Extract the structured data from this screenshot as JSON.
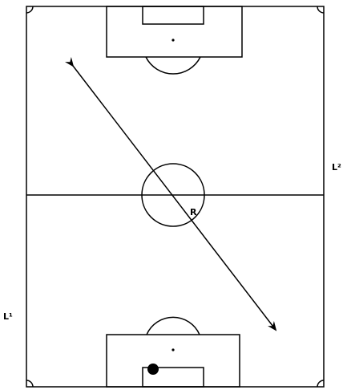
{
  "labels": {
    "line_one": "L¹",
    "line_two": "L²",
    "referee": "R"
  }
}
